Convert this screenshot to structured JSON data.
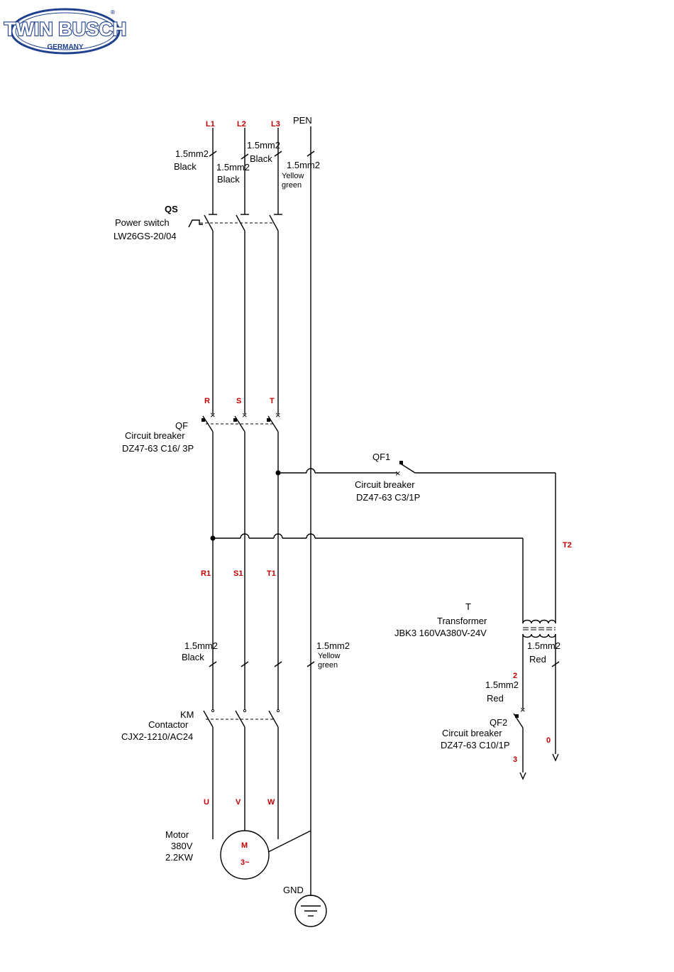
{
  "logo": {
    "brand": "TWIN BUSCH",
    "sub": "GERMANY",
    "reg": "®",
    "color": "#1f3f8f"
  },
  "phases": {
    "l1": "L1",
    "l2": "L2",
    "l3": "L3",
    "pen": "PEN"
  },
  "supply_cables": {
    "l1_size": "1.5mm2",
    "l1_color": "Black",
    "l2_size": "1.5mm2",
    "l2_color": "Black",
    "l3_size": "1.5mm2",
    "l3_color": "Black",
    "pen_size": "1.5mm2",
    "pen_color_1": "Yellow",
    "pen_color_2": "green"
  },
  "power_switch": {
    "tag": "QS",
    "name": "Power switch",
    "model": "LW26GS-20/04"
  },
  "breaker_terminals": {
    "r": "R",
    "s": "S",
    "t": "T"
  },
  "main_breaker": {
    "tag": "QF",
    "name": "Circuit breaker",
    "model": "DZ47-63 C16/ 3P"
  },
  "control_breaker": {
    "tag": "QF1",
    "name": "Circuit breaker",
    "model": "DZ47-63 C3/1P"
  },
  "t2_label": "T2",
  "load_terminals": {
    "r1": "R1",
    "s1": "S1",
    "t1": "T1"
  },
  "transformer": {
    "tag": "T",
    "name": "Transformer",
    "model": "JBK3 160VA380V-24V"
  },
  "motor_cables": {
    "black_size": "1.5mm2",
    "black_color": "Black",
    "pe_size": "1.5mm2",
    "pe_color_1": "Yellow",
    "pe_color_2": "green"
  },
  "secondary": {
    "right_size": "1.5mm2",
    "right_color": "Red",
    "wire_2": "2",
    "left_size": "1.5mm2",
    "left_color": "Red",
    "wire_0": "0",
    "wire_3": "3"
  },
  "secondary_breaker": {
    "tag": "QF2",
    "name": "Circuit breaker",
    "model": "DZ47-63 C10/1P"
  },
  "contactor": {
    "tag": "KM",
    "name": "Contactor",
    "model": "CJX2-1210/AC24"
  },
  "motor_terminals": {
    "u": "U",
    "v": "V",
    "w": "W"
  },
  "motor": {
    "label": "Motor",
    "voltage": "380V",
    "power": "2.2KW",
    "symbol": "M",
    "phase": "3~"
  },
  "gnd": "GND"
}
